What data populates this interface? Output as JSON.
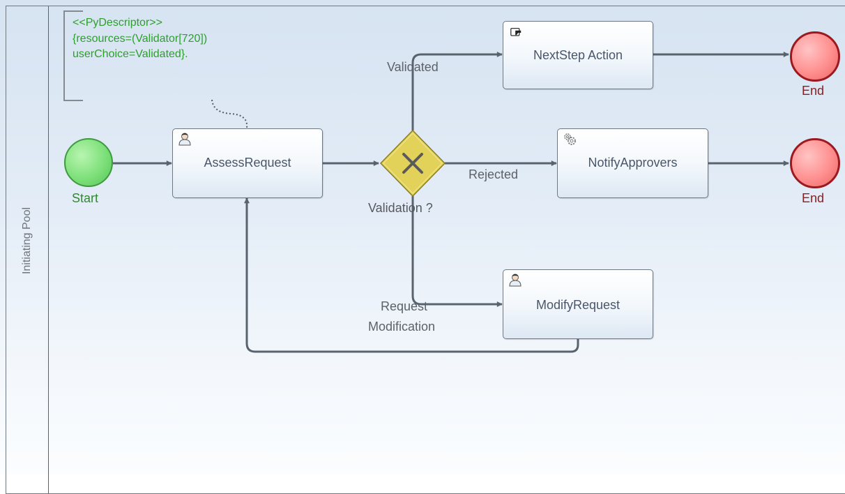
{
  "pool": {
    "label": "Initiating Pool"
  },
  "annotation": {
    "lines": [
      "<<PyDescriptor>>",
      "{resources=(Validator[720])",
      "userChoice=Validated}."
    ]
  },
  "events": {
    "start": {
      "label": "Start"
    },
    "end_top": {
      "label": "End"
    },
    "end_mid": {
      "label": "End"
    }
  },
  "tasks": {
    "assess": {
      "label": "AssessRequest",
      "icon": "user-icon"
    },
    "nextstep": {
      "label": "NextStep Action",
      "icon": "card-icon"
    },
    "notify": {
      "label": "NotifyApprovers",
      "icon": "gear-icon"
    },
    "modify": {
      "label": "ModifyRequest",
      "icon": "user-icon"
    }
  },
  "gateway": {
    "label": "Validation ?",
    "icon": "x-icon"
  },
  "flows": {
    "validated": "Validated",
    "rejected": "Rejected",
    "request_mod_1": "Request",
    "request_mod_2": "Modification"
  },
  "colors": {
    "start_fill": "#7ee07a",
    "end_fill": "#ff8f8f",
    "gateway_fill": "#e3d25a",
    "connector": "#59636e",
    "annotation_text": "#2c9f2c"
  }
}
